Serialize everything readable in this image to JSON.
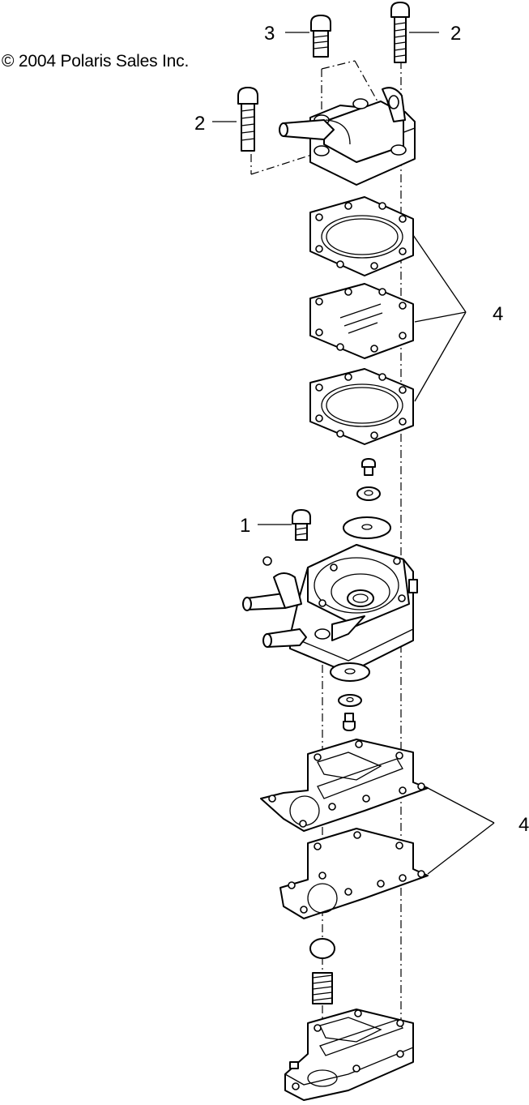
{
  "diagram": {
    "copyright": "© 2004 Polaris Sales Inc.",
    "callouts": {
      "screw_top_left": "3",
      "screw_top_right": "2",
      "screw_left": "2",
      "gaskets_upper": "4",
      "screw_body": "1",
      "gaskets_lower": "4"
    }
  }
}
